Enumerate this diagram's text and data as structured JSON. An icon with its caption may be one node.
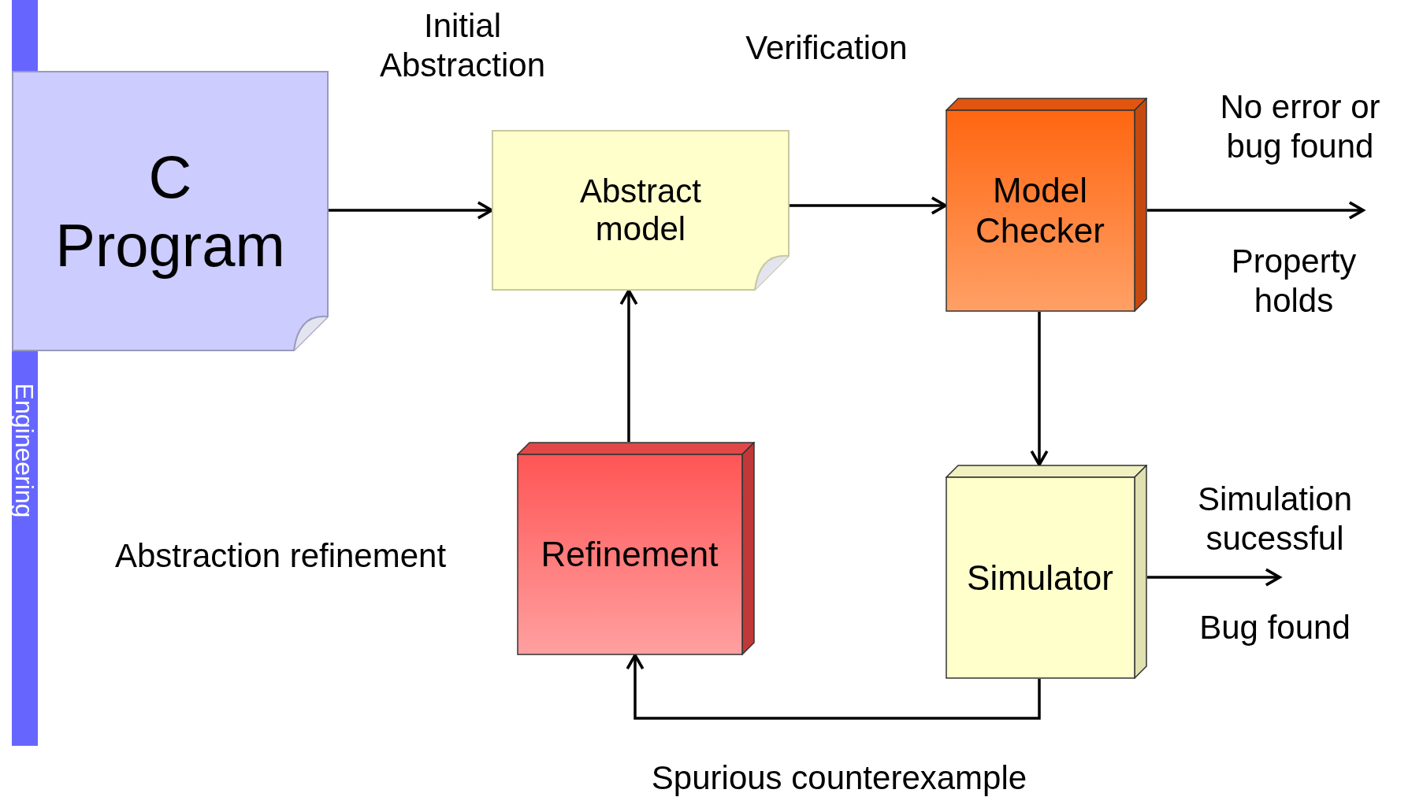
{
  "diagram": {
    "nodes": [
      {
        "text": [
          "C Program"
        ]
      },
      {
        "text": [
          "Abstract model"
        ]
      },
      {
        "text": [
          "Model Checker"
        ]
      },
      {
        "text": [
          "Refinement"
        ]
      },
      {
        "text": [
          "Simulator"
        ]
      }
    ],
    "edges": [
      {
        "from": 0,
        "to": 1,
        "arrow": "to"
      },
      {
        "from": 1,
        "to": 2,
        "arrow": "to"
      },
      {
        "from": 2,
        "to": 4,
        "arrow": "to"
      },
      {
        "from": 4,
        "to": 3,
        "arrow": "to"
      },
      {
        "from": 3,
        "to": 1,
        "arrow": "to"
      },
      {
        "from": 2,
        "to": null,
        "arrow": "to"
      },
      {
        "from": 4,
        "to": null,
        "arrow": "to"
      }
    ],
    "labels": [
      "Initial Abstraction",
      "Verification",
      "No error or bug found",
      "Property holds",
      "Abstraction refinement",
      "Simulation sucessful",
      "Bug found",
      "Spurious counterexample",
      "Engineering"
    ]
  }
}
